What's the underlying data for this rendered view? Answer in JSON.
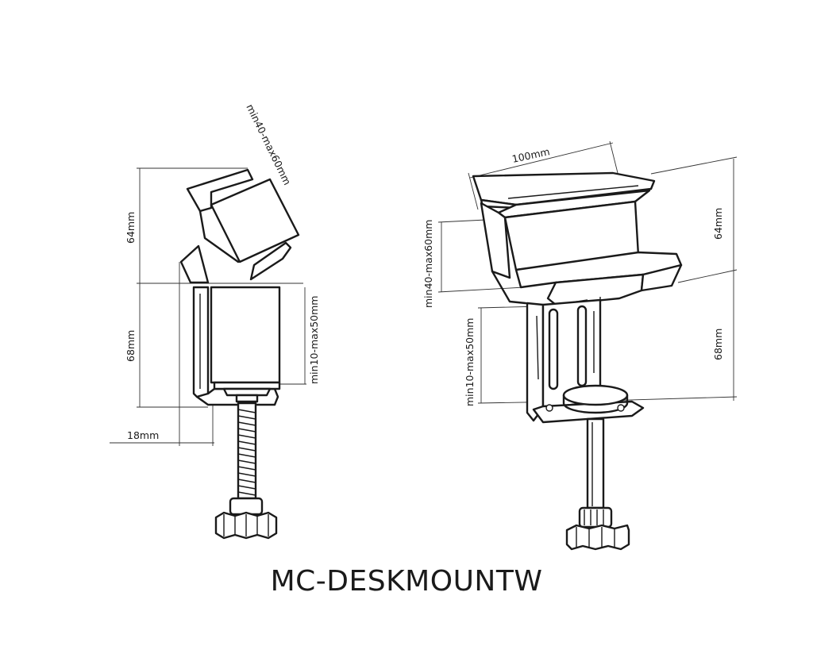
{
  "title": "MC-DESKMOUNTW",
  "side_view": {
    "dim_top_range": "min40-max60mm",
    "dim_upper_height": "64mm",
    "dim_lower_height": "68mm",
    "dim_bottom_range": "min10-max50mm",
    "dim_depth": "18mm"
  },
  "perspective_view": {
    "dim_width": "100mm",
    "dim_top_range": "min40-max60mm",
    "dim_upper_height": "64mm",
    "dim_bottom_range": "min10-max50mm",
    "dim_lower_height": "68mm"
  }
}
